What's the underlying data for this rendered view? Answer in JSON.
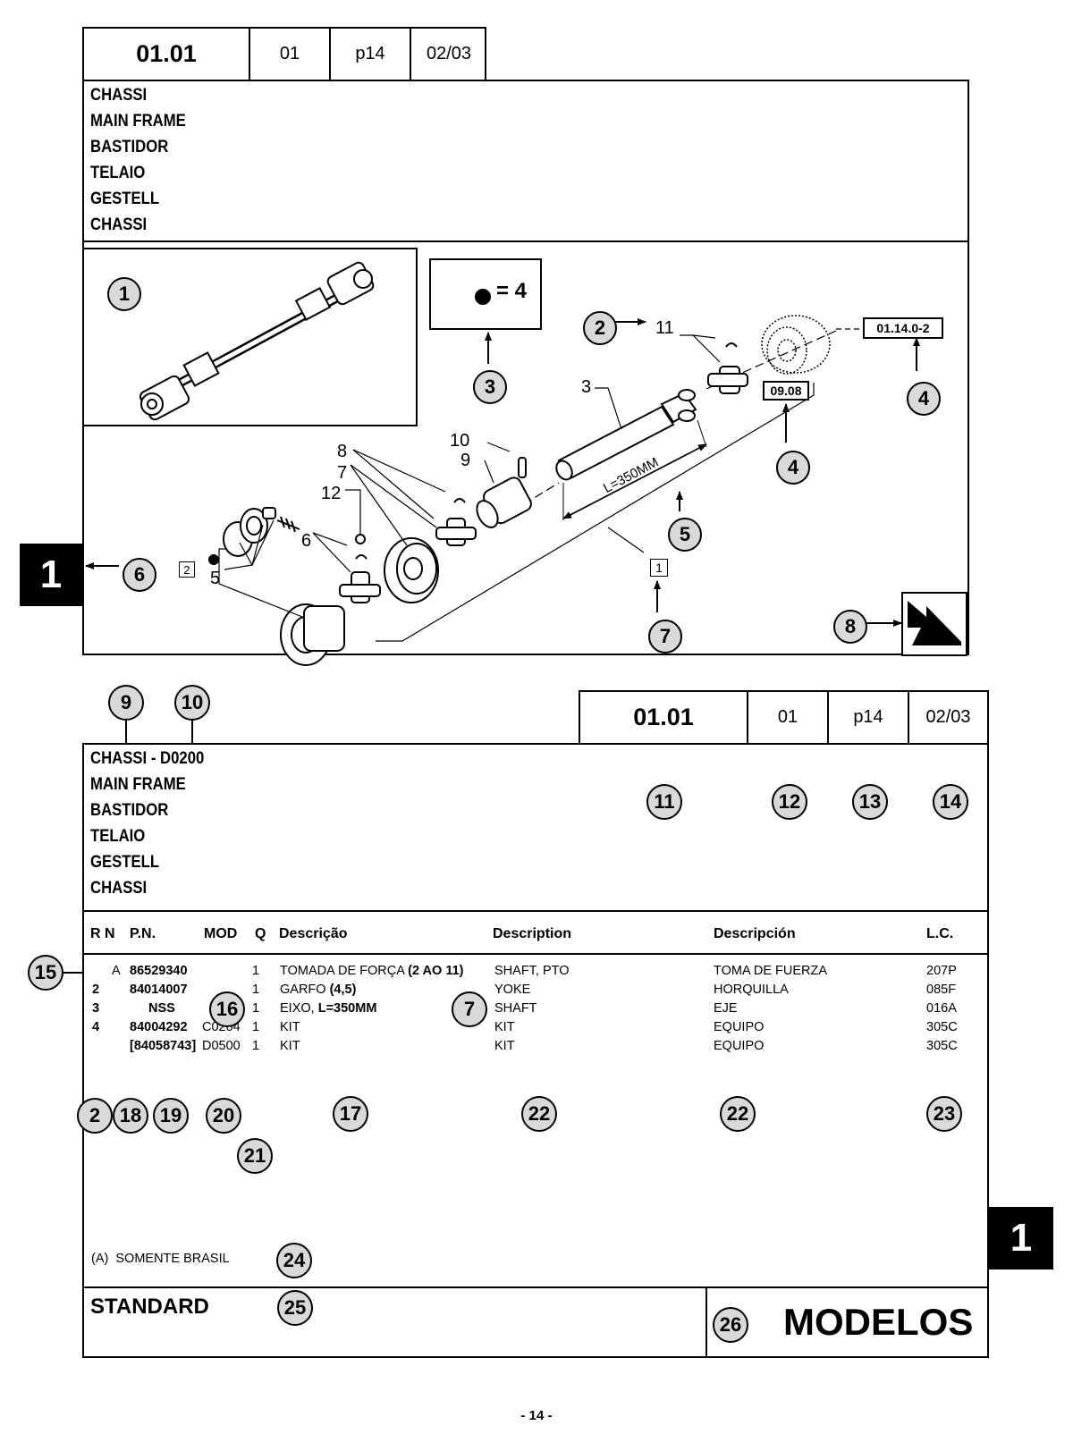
{
  "top_header": {
    "code": "01.01",
    "section": "01",
    "page": "p14",
    "date": "02/03"
  },
  "top_titles": [
    "CHASSI",
    "MAIN FRAME",
    "BASTIDOR",
    "TELAIO",
    "GESTELL",
    "CHASSI"
  ],
  "diagram": {
    "legend_box": "● = 4",
    "ref_box_top": "01.14.0-2",
    "ref_box_mid": "09.08",
    "dimension": "L=350MM",
    "kit_box_1": "1",
    "kit_box_2": "2",
    "part_labels": [
      "11",
      "3",
      "10",
      "9",
      "8",
      "7",
      "12",
      "6",
      "5"
    ],
    "callouts": [
      "1",
      "2",
      "3",
      "4",
      "4",
      "5",
      "6",
      "7",
      "8"
    ]
  },
  "side_tab": "1",
  "bottom_header": {
    "code": "01.01",
    "section": "01",
    "page": "p14",
    "date": "02/03"
  },
  "bottom_titles": [
    "CHASSI - D0200",
    "MAIN FRAME",
    "BASTIDOR",
    "TELAIO",
    "GESTELL",
    "CHASSI"
  ],
  "callouts_top": [
    "9",
    "10",
    "11",
    "12",
    "13",
    "14"
  ],
  "columns": {
    "rn": "R N",
    "pn": "P.N.",
    "mod": "MOD",
    "q": "Q",
    "pt": "Descrição",
    "en": "Description",
    "es": "Descripción",
    "lc": "L.C."
  },
  "rows": [
    {
      "r": "",
      "n": "A",
      "pn": "86529340",
      "mod": "",
      "q": "1",
      "pt_a": "TOMADA DE FORÇA ",
      "pt_b": "(2 AO 11)",
      "en": "SHAFT, PTO",
      "es": "TOMA DE FUERZA",
      "lc": "207P"
    },
    {
      "r": "2",
      "n": "",
      "pn": "84014007",
      "mod": "",
      "q": "1",
      "pt_a": "GARFO ",
      "pt_b": "(4,5)",
      "en": "YOKE",
      "es": "HORQUILLA",
      "lc": "085F"
    },
    {
      "r": "3",
      "n": "",
      "pn": "NSS",
      "mod": "",
      "q": "1",
      "pt_a": "EIXO, ",
      "pt_b": "L=350MM",
      "en": "SHAFT",
      "es": "EJE",
      "lc": "016A"
    },
    {
      "r": "4",
      "n": "",
      "pn": "84004292",
      "mod": "C0204",
      "q": "1",
      "pt_a": "KIT",
      "pt_b": "",
      "en": "KIT",
      "es": "EQUIPO",
      "lc": "305C"
    },
    {
      "r": "",
      "n": "",
      "pn": "[84058743]",
      "mod": "D0500",
      "q": "1",
      "pt_a": "KIT",
      "pt_b": "",
      "en": "KIT",
      "es": "EQUIPO",
      "lc": "305C"
    }
  ],
  "table_callouts": [
    "15",
    "16",
    "7",
    "2",
    "18",
    "19",
    "20",
    "21",
    "17",
    "22",
    "22",
    "23",
    "24",
    "25",
    "26"
  ],
  "footnote": "(A)  SOMENTE BRASIL",
  "standard": "STANDARD",
  "modelos": "MODELOS",
  "page_number": "- 14 -"
}
